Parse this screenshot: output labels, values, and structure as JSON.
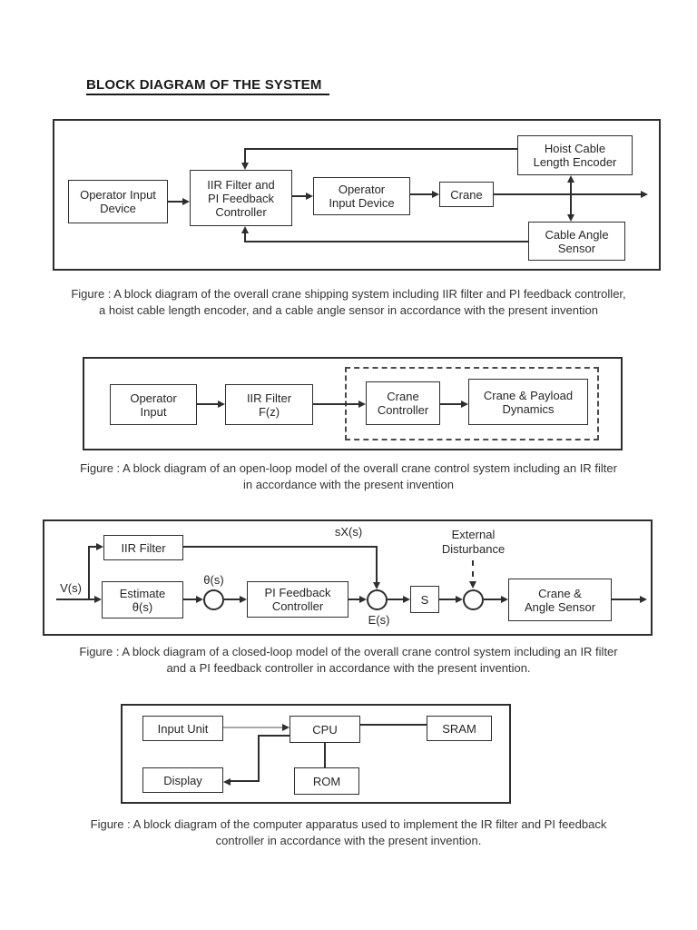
{
  "page": {
    "title": "BLOCK DIAGRAM OF THE SYSTEM"
  },
  "colors": {
    "line": "#2e2e2e",
    "text": "#262626",
    "muted_line": "#a9a9a9",
    "background": "#ffffff"
  },
  "diagram1": {
    "boxes": {
      "operator_input_device_1": "Operator Input\nDevice",
      "iir_filter_pi_controller": "IIR Filter and\nPI Feedback\nController",
      "operator_input_device_2": "Operator\nInput Device",
      "crane": "Crane",
      "hoist_cable_length_encoder": "Hoist Cable\nLength Encoder",
      "cable_angle_sensor": "Cable Angle\nSensor"
    },
    "caption": "Figure : A block diagram of the overall crane shipping system including IIR filter and PI feedback controller, a hoist cable length encoder, and a cable angle sensor in accordance with the present invention"
  },
  "diagram2": {
    "boxes": {
      "operator_input": "Operator\nInput",
      "iir_filter_fz": "IIR Filter\nF(z)",
      "crane_controller": "Crane\nController",
      "crane_payload_dynamics": "Crane & Payload\nDynamics"
    },
    "caption": "Figure : A block diagram of an open-loop model of the overall crane control system including an IR filter in accordance with the present invention"
  },
  "diagram3": {
    "boxes": {
      "iir_filter": "IIR Filter",
      "estimate_theta": "Estimate\nθ(s)",
      "pi_feedback_controller": "PI Feedback\nController",
      "s_block": "S",
      "crane_angle_sensor": "Crane &\nAngle Sensor"
    },
    "labels": {
      "v_s": "V(s)",
      "theta_s": "θ(s)",
      "sx_s": "sX(s)",
      "e_s": "E(s)",
      "external_disturbance": "External\nDisturbance"
    },
    "caption": "Figure : A block diagram of a closed-loop model of the overall crane control system including an IR filter and a PI feedback controller in accordance with the present invention."
  },
  "diagram4": {
    "boxes": {
      "input_unit": "Input Unit",
      "cpu": "CPU",
      "sram": "SRAM",
      "display": "Display",
      "rom": "ROM"
    },
    "caption": "Figure : A block diagram of the computer apparatus used to implement the IR filter and PI feedback controller in accordance with the present invention."
  }
}
